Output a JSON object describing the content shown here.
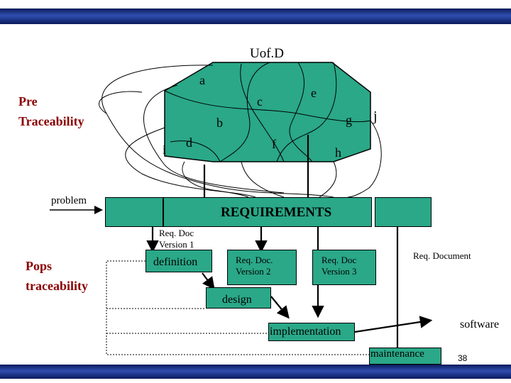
{
  "colors": {
    "region_fill": "#2aa888",
    "accent_red": "#8b0000",
    "bar_blue": "#1f3b9a"
  },
  "title": "Uof.D",
  "region_letters": {
    "a": "a",
    "b": "b",
    "c": "c",
    "d": "d",
    "e": "e",
    "f": "f",
    "g": "g",
    "h": "h",
    "i": "i",
    "j": "j"
  },
  "pre_traceability": [
    "Pre",
    "Traceability"
  ],
  "pops_traceability": [
    "Pops",
    "traceability"
  ],
  "problem": "problem",
  "requirements": "REQUIREMENTS",
  "req_doc_v1": [
    "Req. Doc",
    "Version 1"
  ],
  "definition": "definition",
  "req_doc_v2": [
    "Req. Doc.",
    "Version  2"
  ],
  "req_doc_v3": [
    "Req. Doc",
    "Version 3"
  ],
  "req_document": "Req. Document",
  "design": "design",
  "implementation": "implementation",
  "software": "software",
  "maintenance": "maintenance",
  "page_number": "38"
}
